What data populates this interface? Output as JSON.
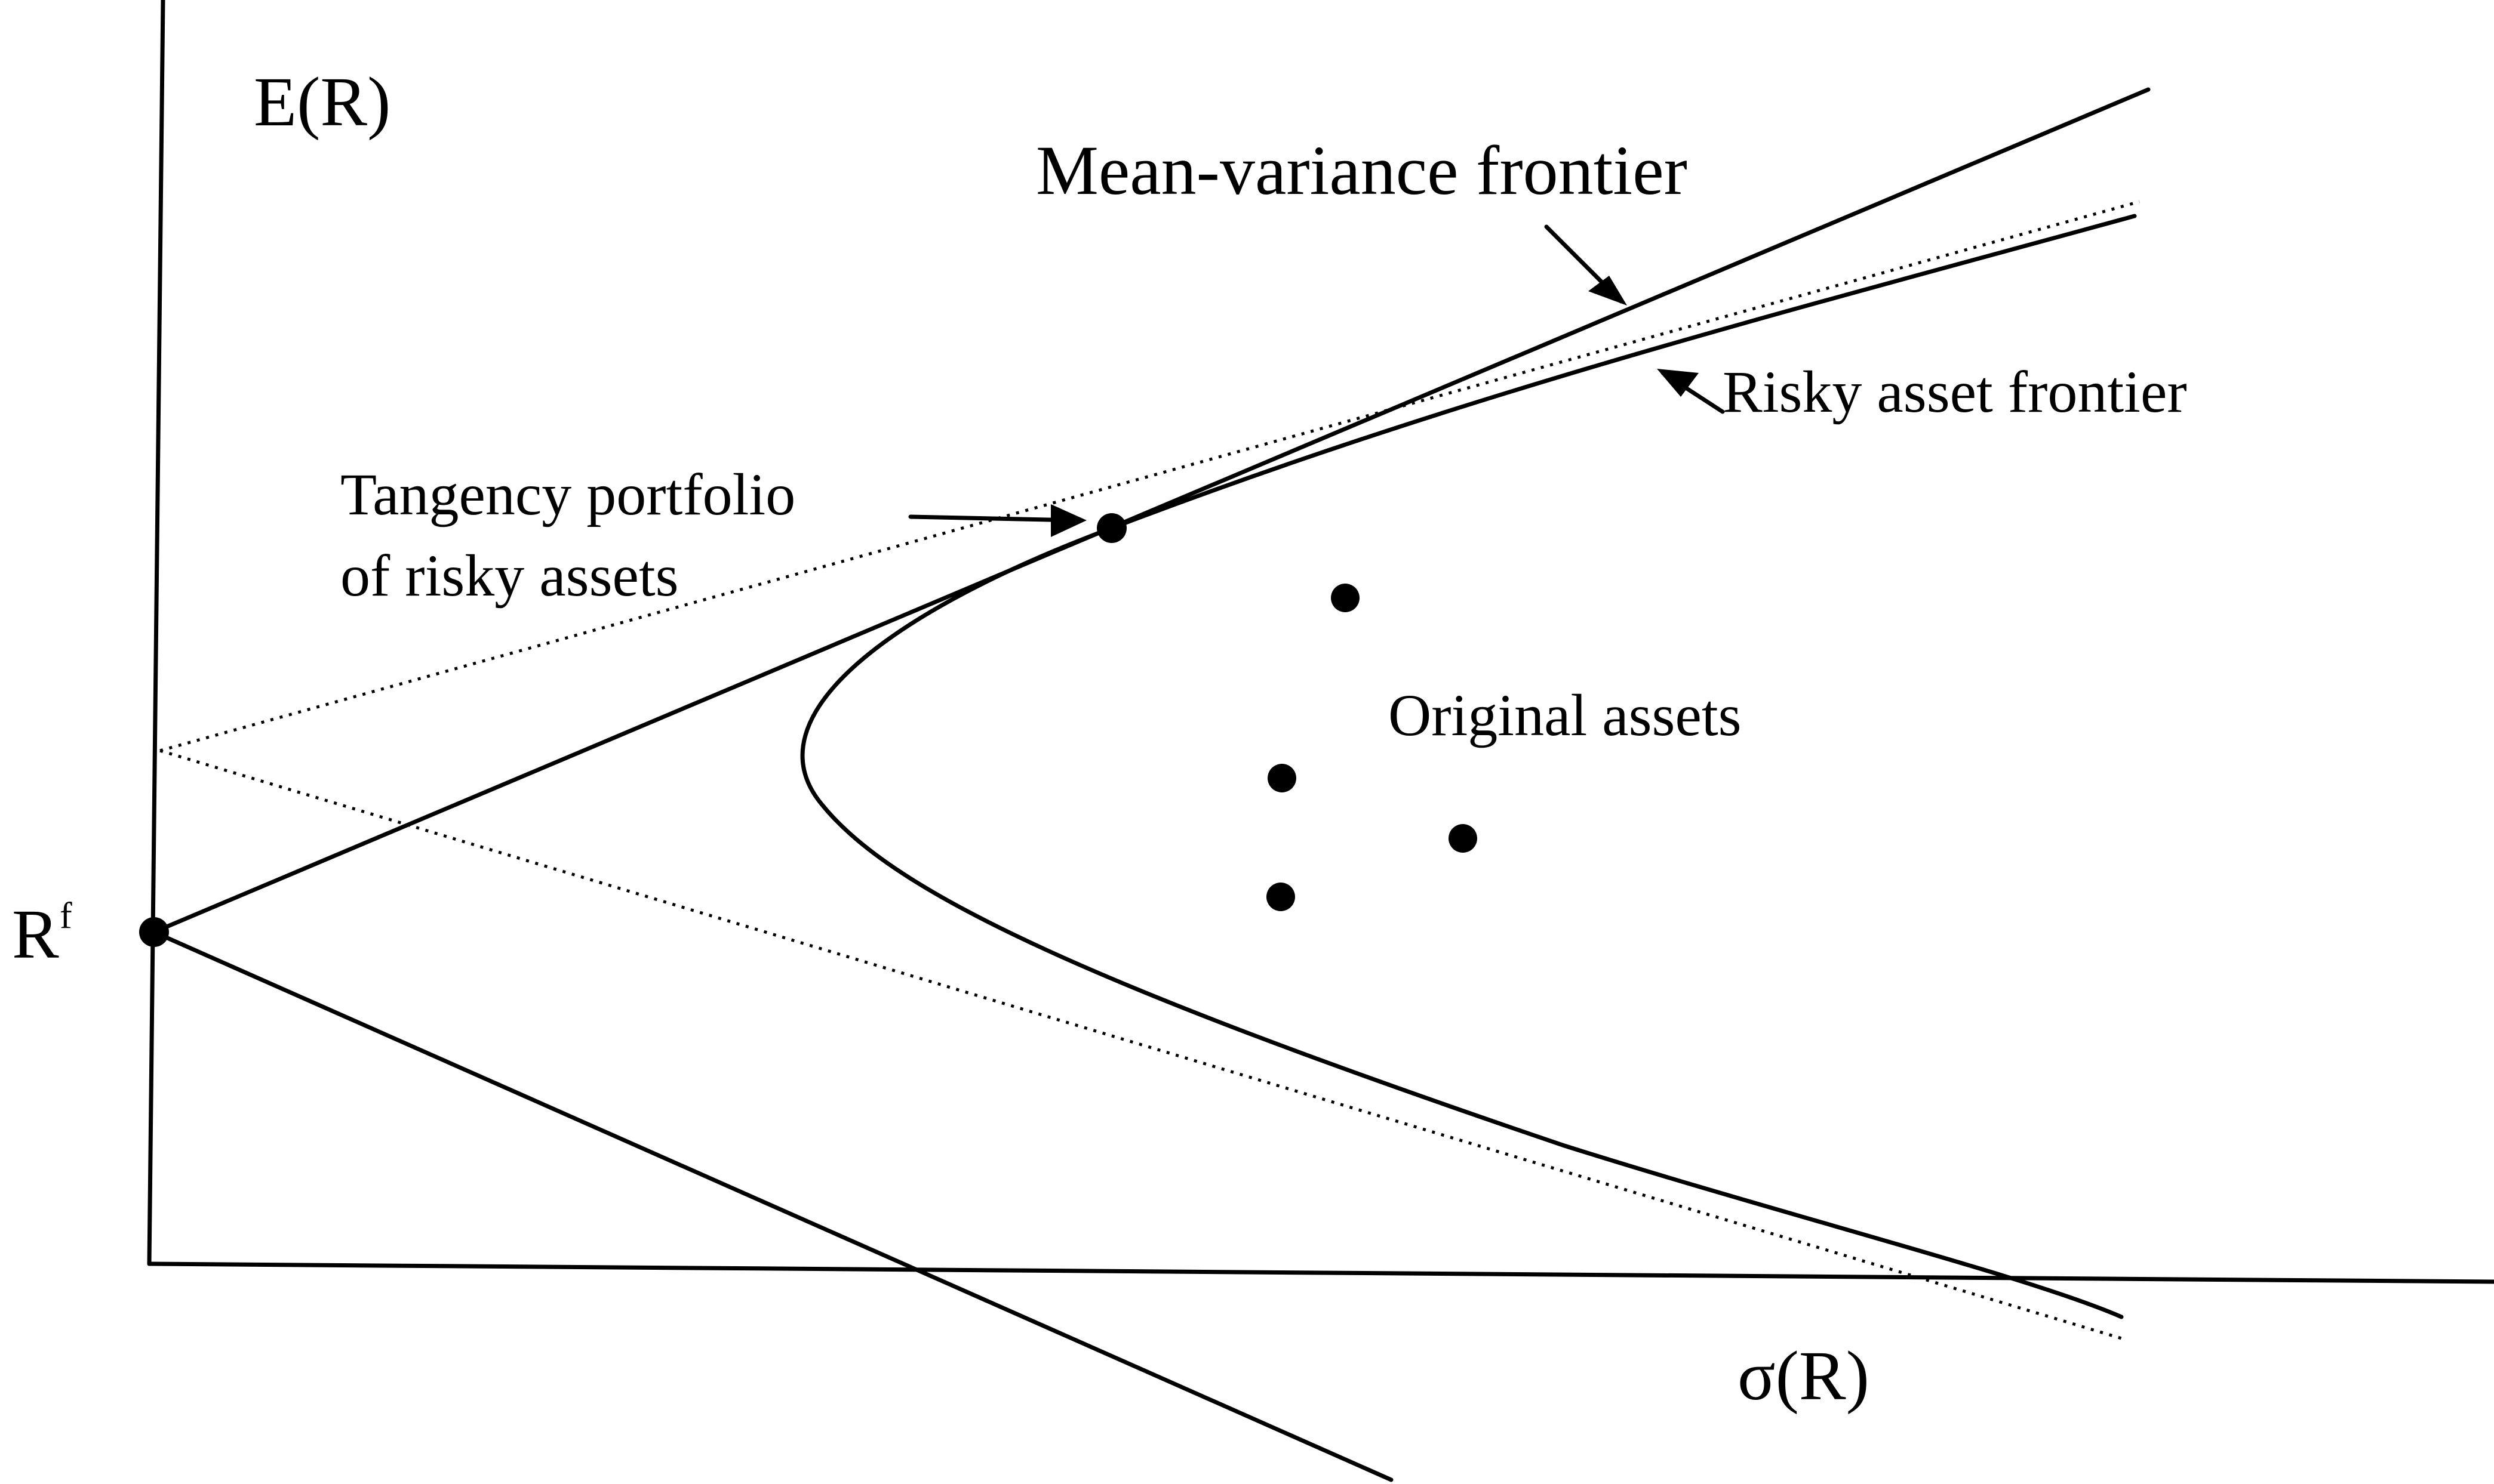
{
  "axes": {
    "y_label": "E(R)",
    "x_label": "σ(R)",
    "rf_label": "R",
    "rf_superscript": "f"
  },
  "labels": {
    "mean_variance_frontier": "Mean-variance frontier",
    "risky_asset_frontier": "Risky asset frontier",
    "tangency_line1": "Tangency portfolio",
    "tangency_line2": "of risky assets",
    "original_assets": "Original assets"
  },
  "original_asset_count": 4
}
